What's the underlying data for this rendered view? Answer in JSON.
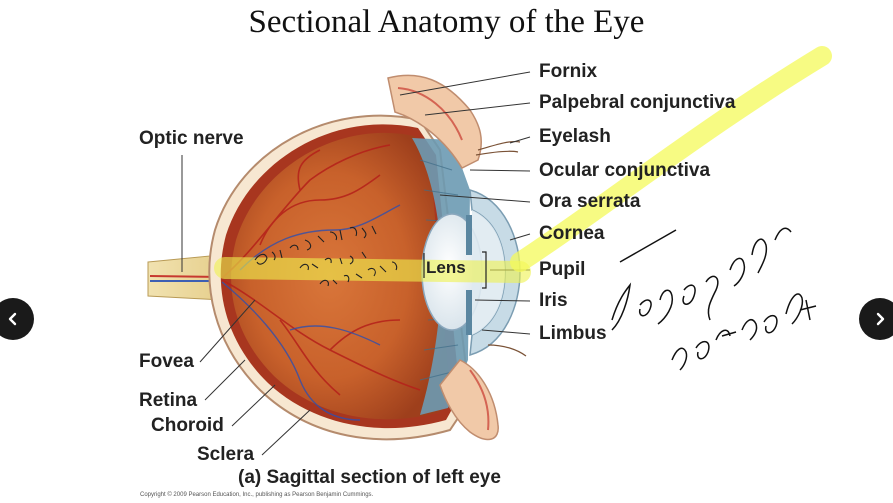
{
  "title": "Sectional Anatomy of the Eye",
  "labels": {
    "fornix": "Fornix",
    "palpebral": "Palpebral conjunctiva",
    "eyelash": "Eyelash",
    "ocular": "Ocular conjunctiva",
    "ora": "Ora serrata",
    "cornea": "Cornea",
    "pupil": "Pupil",
    "iris": "Iris",
    "limbus": "Limbus",
    "optic_nerve": "Optic nerve",
    "fovea": "Fovea",
    "retina": "Retina",
    "choroid": "Choroid",
    "sclera": "Sclera",
    "lens": "Lens"
  },
  "caption": "(a) Sagittal section of left eye",
  "copyright": "Copyright © 2009 Pearson Education, Inc., publishing as Pearson Benjamin Cummings.",
  "annotations": {
    "handwritten_center": "Goal of ciliary is to focus light on the fovea",
    "handwritten_right": "light gets refracted"
  },
  "colors": {
    "highlight": "#f4f95a",
    "nav_button": "#1a1a1a"
  },
  "nav": {
    "prev_icon": "chevron-left-icon",
    "next_icon": "chevron-right-icon"
  }
}
